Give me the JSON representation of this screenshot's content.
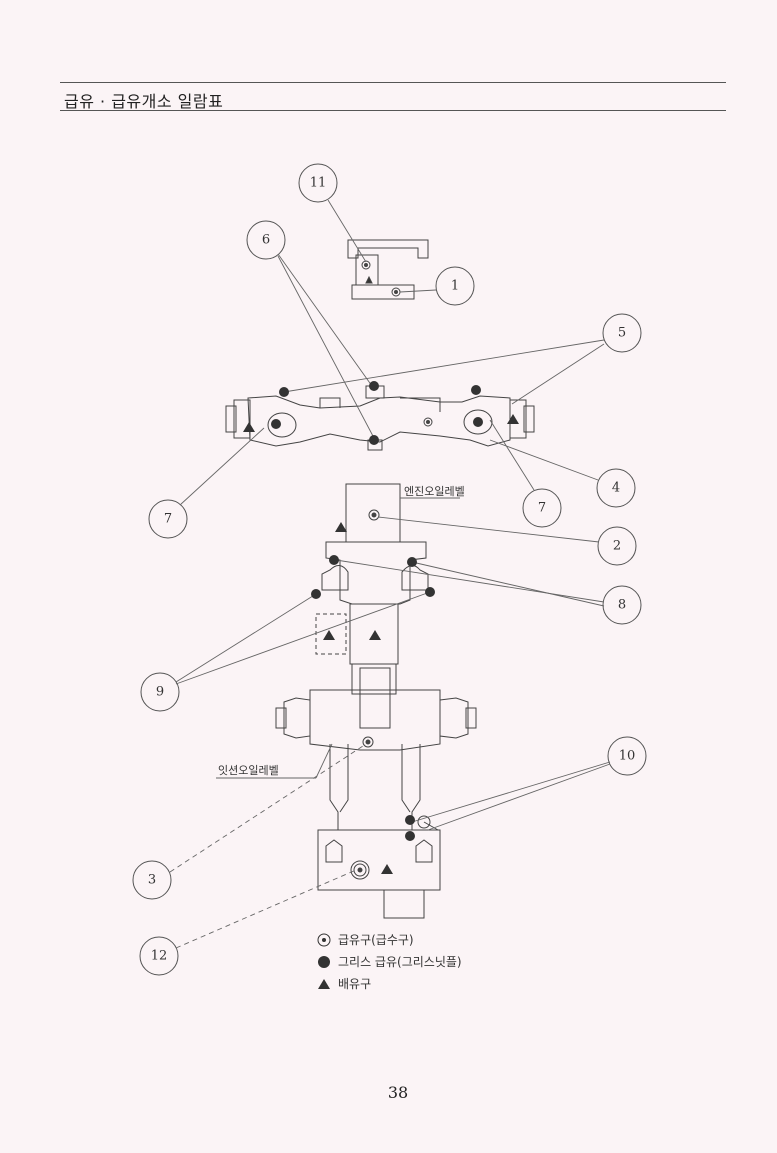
{
  "header": {
    "title": "급유 · 급유개소 일람표"
  },
  "labels": {
    "engine_oil_level": "엔진오일레벨",
    "mission_oil_level": "잇션오일레벨"
  },
  "callouts": [
    "1",
    "2",
    "3",
    "4",
    "5",
    "6",
    "7",
    "7",
    "8",
    "9",
    "10",
    "11",
    "12"
  ],
  "legend": {
    "oil_fill": "급유구(급수구)",
    "grease": "그리스 급유(그리스닛플)",
    "drain": "배유구"
  },
  "page_number": "38"
}
